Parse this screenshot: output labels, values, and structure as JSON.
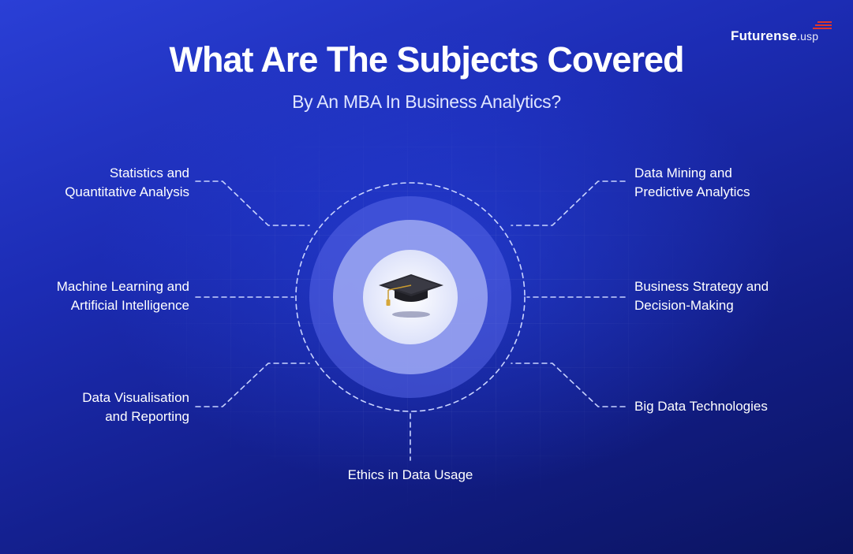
{
  "brand": {
    "name": "Futurense",
    "suffix": ".usp",
    "accent_color": "#e0362b"
  },
  "header": {
    "title": "What Are The Subjects Covered",
    "subtitle": "By An MBA In Business Analytics?"
  },
  "center": {
    "icon": "graduation-cap-icon"
  },
  "subjects": {
    "stats_line1": "Statistics and",
    "stats_line2": "Quantitative Analysis",
    "ml_line1": "Machine Learning and",
    "ml_line2": "Artificial Intelligence",
    "viz_line1": "Data Visualisation",
    "viz_line2": "and Reporting",
    "mining_line1": "Data Mining and",
    "mining_line2": "Predictive Analytics",
    "strategy_line1": "Business Strategy and",
    "strategy_line2": "Decision-Making",
    "bigdata": "Big Data Technologies",
    "ethics": "Ethics in Data Usage"
  },
  "colors": {
    "background_top": "#2a3fd6",
    "background_bottom": "#0b1460",
    "connector": "#c9d3ff",
    "inner_disc": "#e9ecfb"
  }
}
